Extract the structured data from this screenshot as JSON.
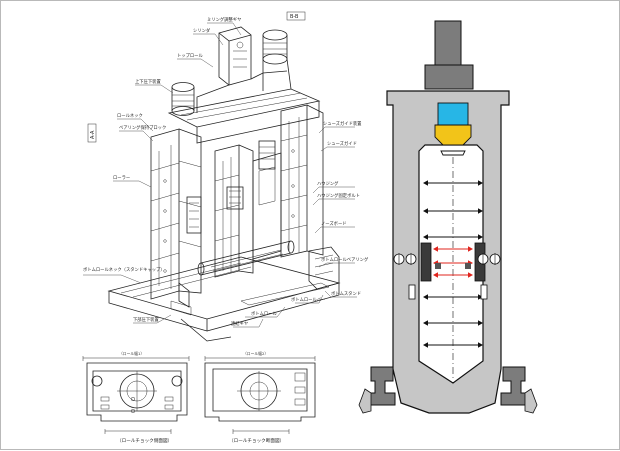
{
  "left_drawing": {
    "view_tags": [
      "B-B",
      "A-A"
    ],
    "labels": [
      "ミリング調整ギヤ",
      "シリンダ",
      "トップロール",
      "上下圧下装置",
      "ロールネック",
      "ベアリング保持ブロック",
      "ローラー",
      "シューズガイド装置",
      "シューズガイド",
      "ハウジング",
      "ハウジング固定ボルト",
      "ノーズボード",
      "ボトムロールベアリング",
      "ボトムスタンド",
      "ボトムロールネック（スタンドキャップ）",
      "下部圧下装置",
      "ボトムロール",
      "連結ギヤ",
      "ボトムロールバー"
    ],
    "captions": [
      "（ロールチョック側面図）",
      "（ロールチョック断面図）"
    ],
    "dims": [
      "（ロール幅1）",
      "（ロール幅2）"
    ]
  },
  "right_diagram": {
    "colors": {
      "housing_fill": "#c6c6c6",
      "cylinder_fill": "#7c7c7c",
      "block_fill": "#3a3a3a",
      "rod_fill": "#27b6e6",
      "nut_fill": "#f2c419",
      "arrow_red": "#e0241d",
      "arrow_black": "#111111"
    }
  }
}
